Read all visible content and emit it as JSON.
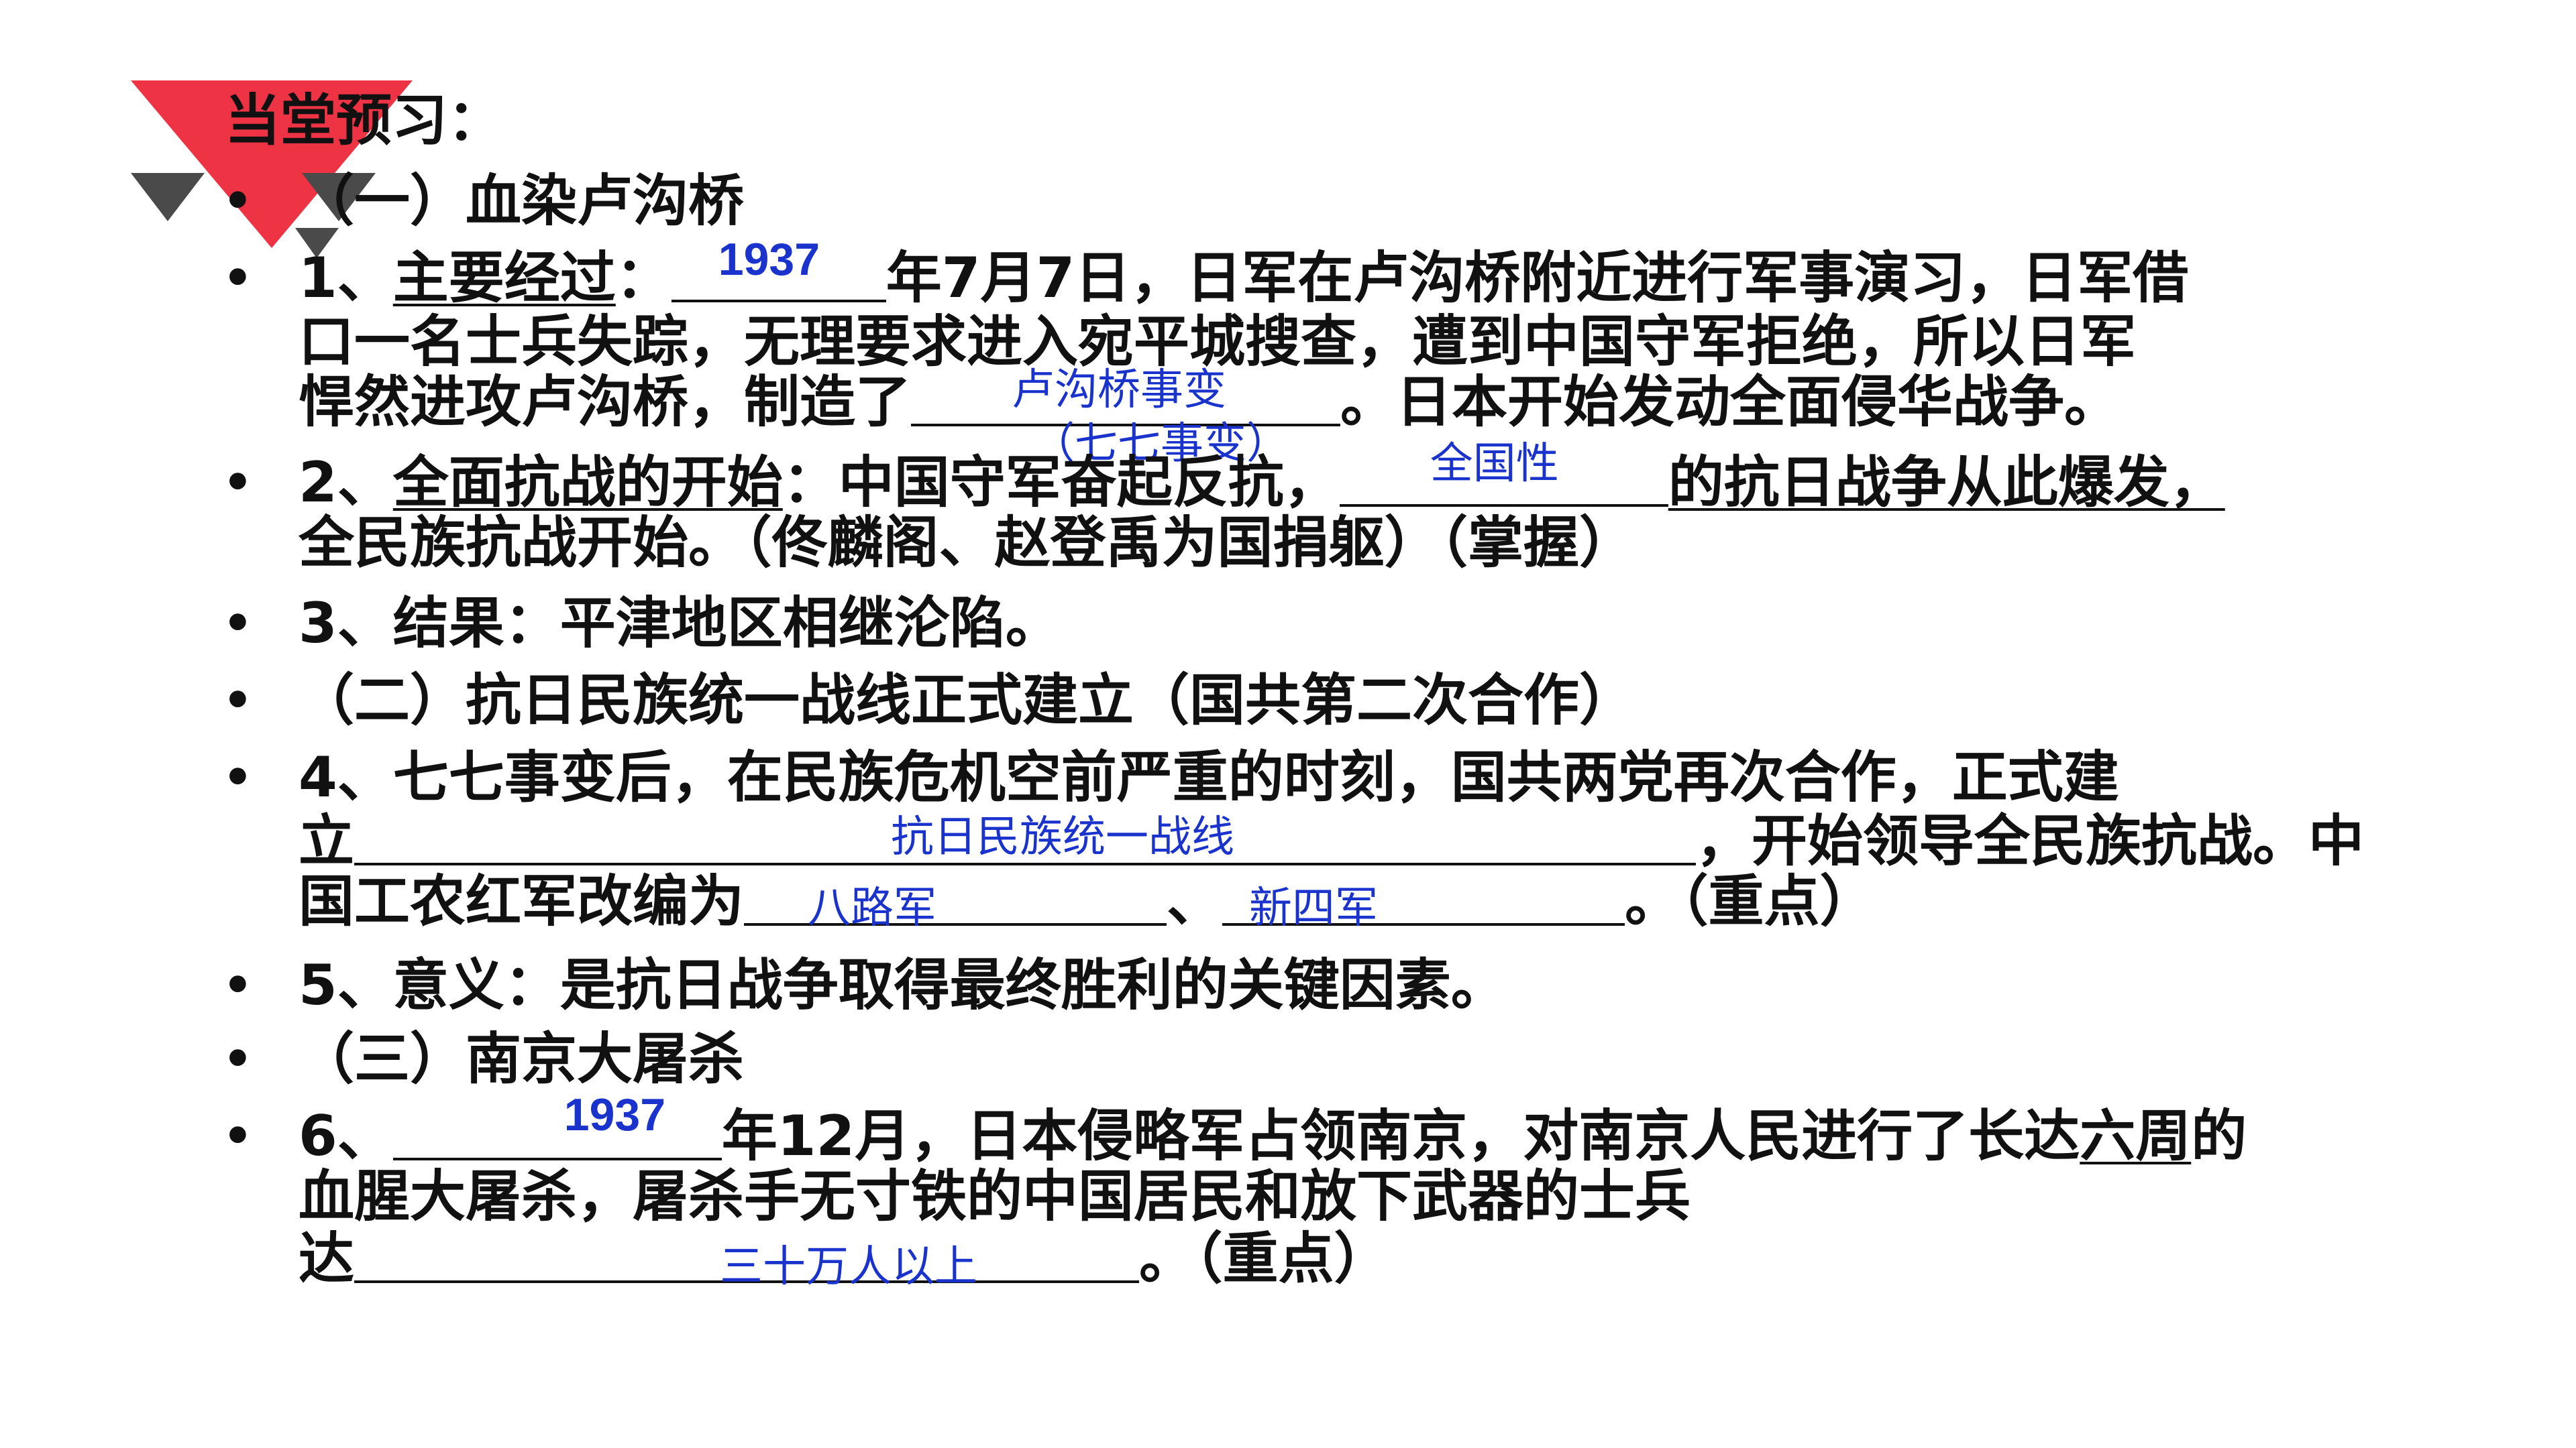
{
  "title": "当堂预习：",
  "section1_heading": "（一）血染卢沟桥",
  "item1": {
    "prefix": "1、",
    "term": "主要经过",
    "colon": "：",
    "answer_year": "1937",
    "text_a": "年7月7日，日军在卢沟桥附近进行军事演习，日军借",
    "text_b": "口一名士兵失踪，无理要求进入宛平城搜查，遭到中国守军拒绝，所以日军",
    "text_c": "悍然进攻卢沟桥，制造了",
    "answer_event": "卢沟桥事变",
    "answer_event_alt": "（七七事变）",
    "text_d": "。日本开始发动全面侵华战争。"
  },
  "item2": {
    "prefix": "2、",
    "term": "全面抗战的开始",
    "text_a": "：中国守军奋起反抗，",
    "answer": "全国性",
    "text_b": "的抗日战争从此爆发，",
    "text_c": "全民族抗战开始。（佟麟阁、赵登禹为国捐躯）（掌握）"
  },
  "item3": "3、结果：平津地区相继沦陷。",
  "section2_heading": "（二）抗日民族统一战线正式建立（国共第二次合作）",
  "item4": {
    "text_a": "4、七七事变后，在民族危机空前严重的时刻，国共两党再次合作，正式建",
    "text_b": "立",
    "answer_front": "抗日民族统一战线",
    "text_c": "，开始领导全民族抗战。中",
    "text_d": "国工农红军改编为",
    "answer_army1": "八路军",
    "sep": "、",
    "answer_army2": "新四军",
    "text_e": "。（重点）"
  },
  "item5": "5、意义：是抗日战争取得最终胜利的关键因素。",
  "section3_heading": "（三）南京大屠杀",
  "item6": {
    "prefix": "6、",
    "answer_year": "1937",
    "text_a": "年12月，日本侵略军占领南京，对南京人民进行了长达",
    "text_six": "六周",
    "text_b": "的",
    "text_c": "血腥大屠杀，屠杀手无寸铁的中国居民和放下武器的士兵",
    "text_d": "达",
    "answer_count": "三十万人以上",
    "text_e": "。（重点）"
  },
  "bullet": "•",
  "colors": {
    "deco_red": "#ee3344",
    "deco_gray": "#4a4a4a",
    "answer_blue": "#1a33cc"
  }
}
